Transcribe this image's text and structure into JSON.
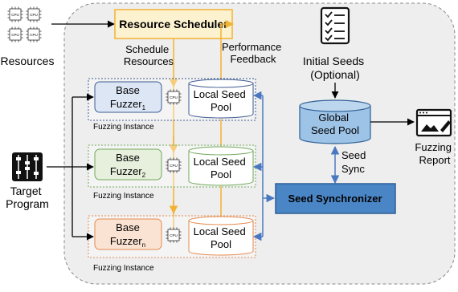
{
  "resource_scheduler": "Resource Scheduler",
  "schedule_resources": [
    "Schedule",
    "Resources"
  ],
  "performance_feedback": [
    "Performance",
    "Feedback"
  ],
  "resources_label": "Resources",
  "initial_seeds": [
    "Initial Seeds",
    "(Optional)"
  ],
  "global_seed_pool": [
    "Global",
    "Seed Pool"
  ],
  "seed_sync": [
    "Seed",
    "Sync"
  ],
  "seed_synchronizer": "Seed Synchronizer",
  "fuzzing_report": [
    "Fuzzing",
    "Report"
  ],
  "target_program": [
    "Target",
    "Program"
  ],
  "cpu_label": "CPU",
  "instances": [
    {
      "fuzzer_line1": "Base",
      "fuzzer_line2": "Fuzzer",
      "fuzzer_sub": "1",
      "pool_line1": "Local Seed",
      "pool_line2": "Pool",
      "label": "Fuzzing Instance"
    },
    {
      "fuzzer_line1": "Base",
      "fuzzer_line2": "Fuzzer",
      "fuzzer_sub": "2",
      "pool_line1": "Local Seed",
      "pool_line2": "Pool",
      "label": "Fuzzing Instance"
    },
    {
      "fuzzer_line1": "Base",
      "fuzzer_line2": "Fuzzer",
      "fuzzer_sub": "n",
      "pool_line1": "Local Seed",
      "pool_line2": "Pool",
      "label": "Fuzzing Instance"
    }
  ],
  "colors": {
    "scheduler_fill": "#fdf2cf",
    "scheduler_stroke": "#f2b233",
    "sync_fill": "#4a86c6",
    "sync_stroke": "#2e5f95",
    "pool_fill": "#9dc3e6",
    "container_fill": "#eeeeee",
    "inst1_fill": "#dde6f5",
    "inst1_stroke": "#3d5a8f",
    "inst2_fill": "#e6f0dc",
    "inst2_stroke": "#70a85a",
    "inst3_fill": "#fbe3d3",
    "inst3_stroke": "#e38a4e",
    "orange_arrow": "#f2b233",
    "blue_arrow": "#4a78c0"
  }
}
